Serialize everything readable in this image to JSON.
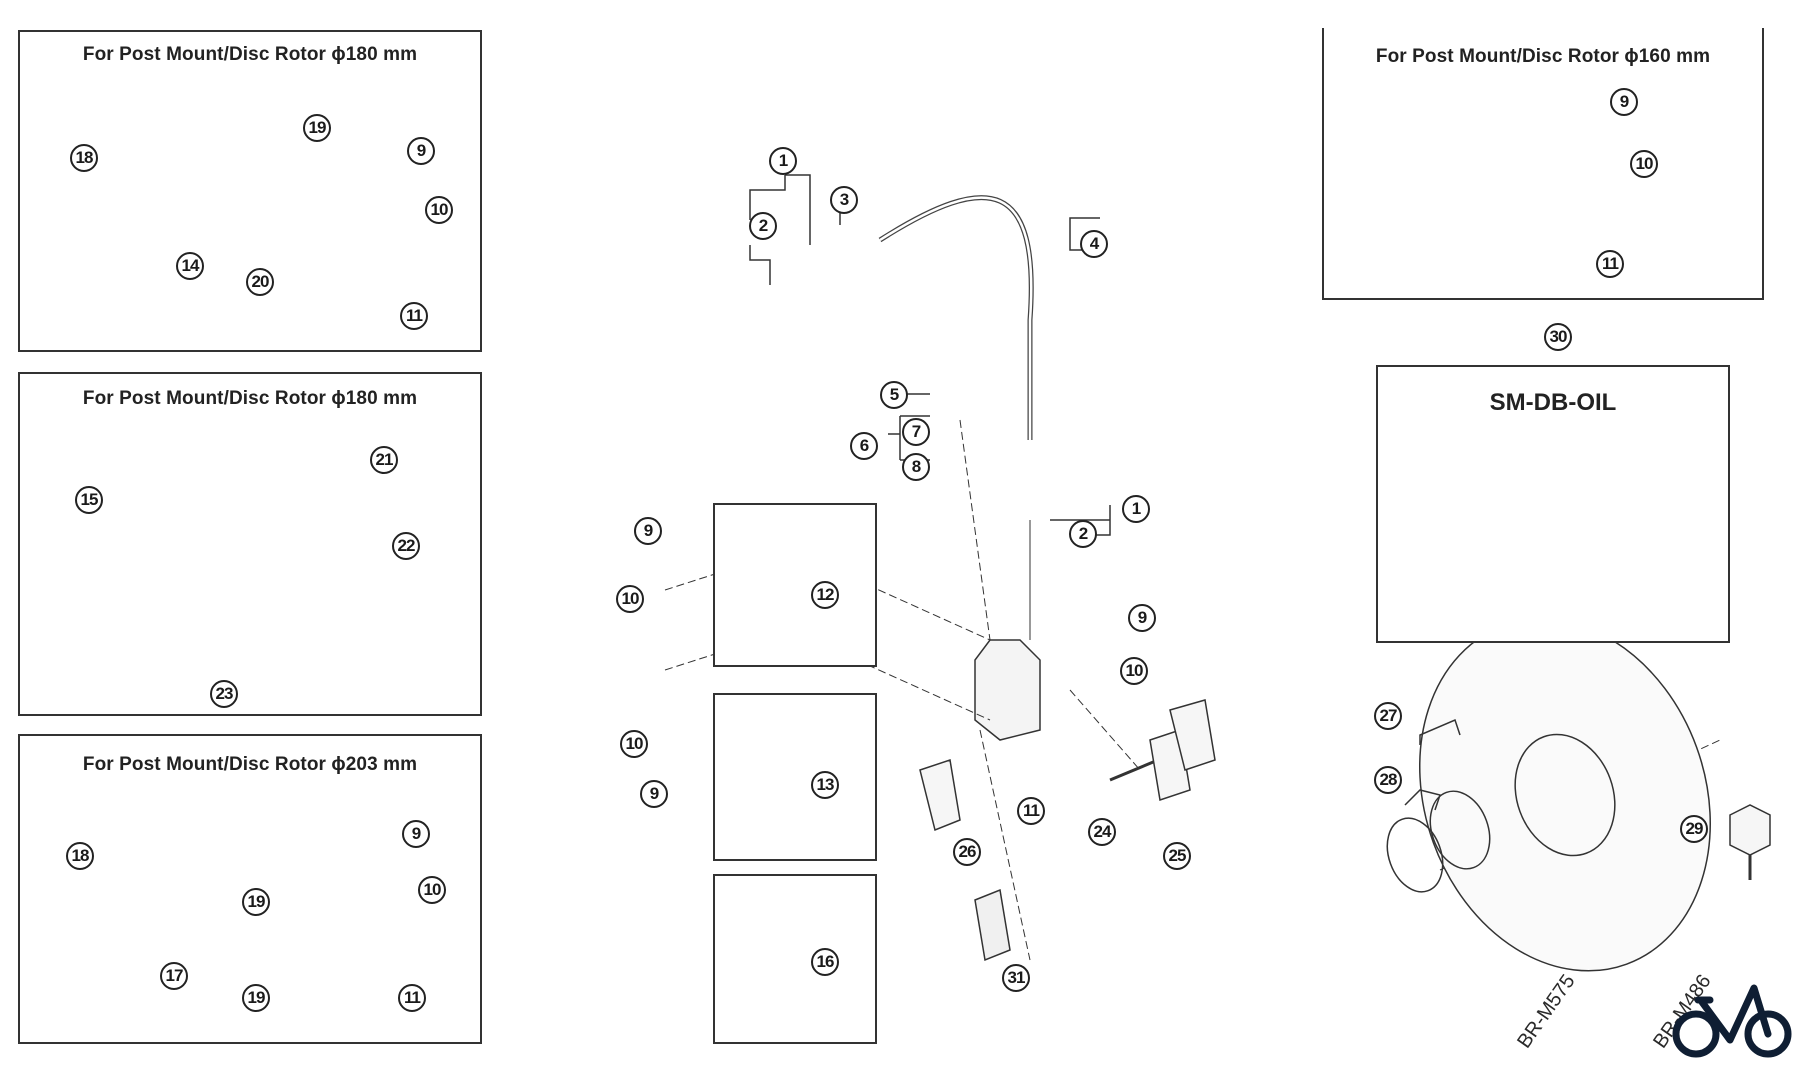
{
  "panels": {
    "pm180_a": {
      "title": "For Post Mount/Disc Rotor ϕ180 mm",
      "callouts": [
        "18",
        "19",
        "9",
        "10",
        "14",
        "20",
        "11"
      ]
    },
    "pm180_b": {
      "title": "For Post Mount/Disc Rotor ϕ180 mm",
      "callouts": [
        "15",
        "21",
        "22",
        "23"
      ]
    },
    "pm203": {
      "title": "For Post Mount/Disc Rotor ϕ203 mm",
      "callouts": [
        "18",
        "9",
        "19",
        "10",
        "17",
        "19",
        "11"
      ]
    },
    "pm160": {
      "title": "For Post Mount/Disc Rotor ϕ160 mm",
      "callouts": [
        "9",
        "10",
        "11"
      ]
    },
    "oil": {
      "title": "SM-DB-OIL",
      "callout": "30"
    }
  },
  "center_callouts": [
    "1",
    "2",
    "3",
    "4",
    "5",
    "6",
    "7",
    "8",
    "1",
    "2",
    "9",
    "10",
    "10",
    "9",
    "12",
    "13",
    "16",
    "9",
    "10",
    "11",
    "26",
    "24",
    "25",
    "31"
  ],
  "rotor_callouts": [
    "27",
    "28",
    "29"
  ],
  "models": [
    "BR-M575",
    "BR-M486"
  ],
  "logo": {
    "name": "bicycle-logo",
    "color": "#0f1e33"
  }
}
